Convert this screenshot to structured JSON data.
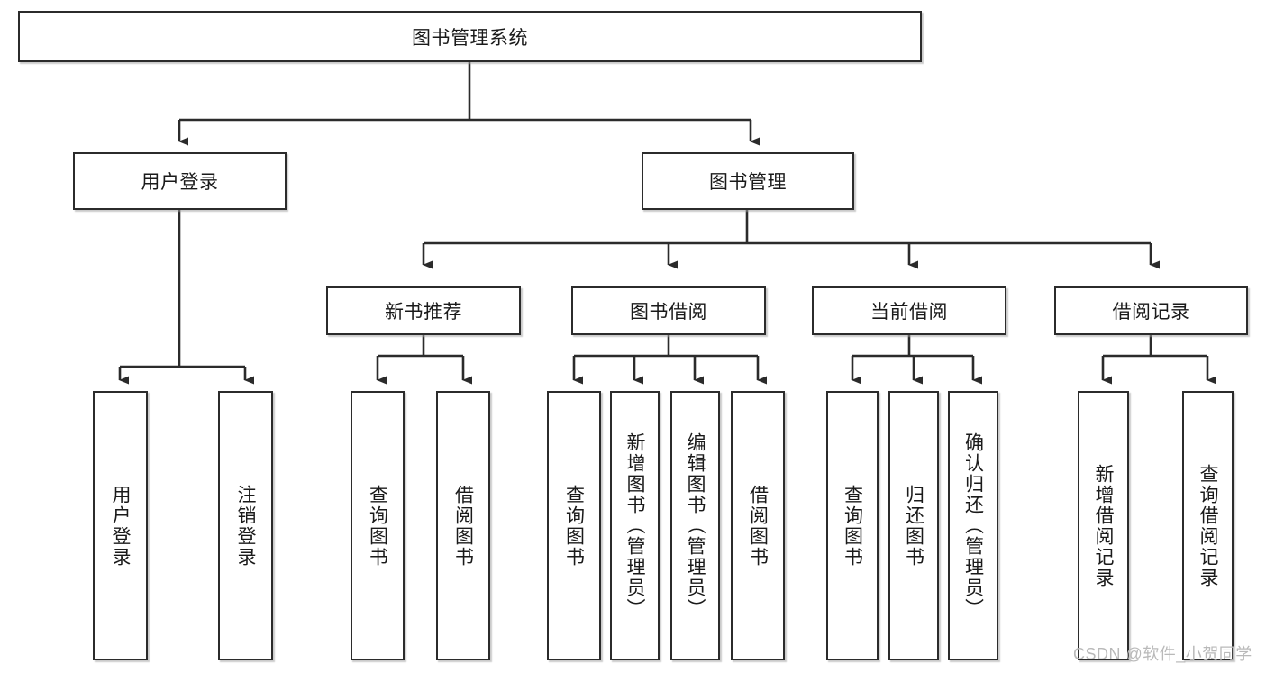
{
  "diagram": {
    "title": "图书管理系统",
    "type": "tree-hierarchy-diagram",
    "orientation": "top-down",
    "colors": {
      "box_border": "#2b2b2b",
      "box_fill": "#ffffff",
      "connector": "#2b2b2b",
      "text": "#1a1a1a",
      "watermark": "#b9b9b9",
      "background": "#ffffff"
    },
    "nodes": {
      "root": {
        "label": "图书管理系统",
        "level": 1,
        "text_orientation": "horizontal"
      },
      "level2": [
        {
          "id": "user-login",
          "label": "用户登录",
          "text_orientation": "horizontal"
        },
        {
          "id": "book-management",
          "label": "图书管理",
          "text_orientation": "horizontal"
        }
      ],
      "level3": [
        {
          "id": "new-book-recommend",
          "label": "新书推荐",
          "text_orientation": "horizontal"
        },
        {
          "id": "book-borrow",
          "label": "图书借阅",
          "text_orientation": "horizontal"
        },
        {
          "id": "current-borrow",
          "label": "当前借阅",
          "text_orientation": "horizontal"
        },
        {
          "id": "borrow-record",
          "label": "借阅记录",
          "text_orientation": "horizontal"
        }
      ],
      "leaves": {
        "user-login": [
          {
            "id": "leaf-user-login",
            "label": "用户登录",
            "text_orientation": "vertical"
          },
          {
            "id": "leaf-logout-login",
            "label": "注销登录",
            "text_orientation": "vertical"
          }
        ],
        "new-book-recommend": [
          {
            "id": "leaf-query-book-1",
            "label": "查询图书",
            "text_orientation": "vertical"
          },
          {
            "id": "leaf-borrow-book-1",
            "label": "借阅图书",
            "text_orientation": "vertical"
          }
        ],
        "book-borrow": [
          {
            "id": "leaf-query-book-2",
            "label": "查询图书",
            "text_orientation": "vertical"
          },
          {
            "id": "leaf-add-book",
            "label": "新增图书（管理员）",
            "text_orientation": "vertical"
          },
          {
            "id": "leaf-edit-book",
            "label": "编辑图书（管理员）",
            "text_orientation": "vertical"
          },
          {
            "id": "leaf-borrow-book-2",
            "label": "借阅图书",
            "text_orientation": "vertical"
          }
        ],
        "current-borrow": [
          {
            "id": "leaf-query-book-3",
            "label": "查询图书",
            "text_orientation": "vertical"
          },
          {
            "id": "leaf-return-book",
            "label": "归还图书",
            "text_orientation": "vertical"
          },
          {
            "id": "leaf-confirm-return",
            "label": "确认归还（管理员）",
            "text_orientation": "vertical"
          }
        ],
        "borrow-record": [
          {
            "id": "leaf-add-borrow-record",
            "label": "新增借阅记录",
            "text_orientation": "vertical"
          },
          {
            "id": "leaf-query-borrow-record",
            "label": "查询借阅记录",
            "text_orientation": "vertical"
          }
        ]
      }
    }
  },
  "watermark": {
    "text": "CSDN @软件_小贺同学"
  }
}
